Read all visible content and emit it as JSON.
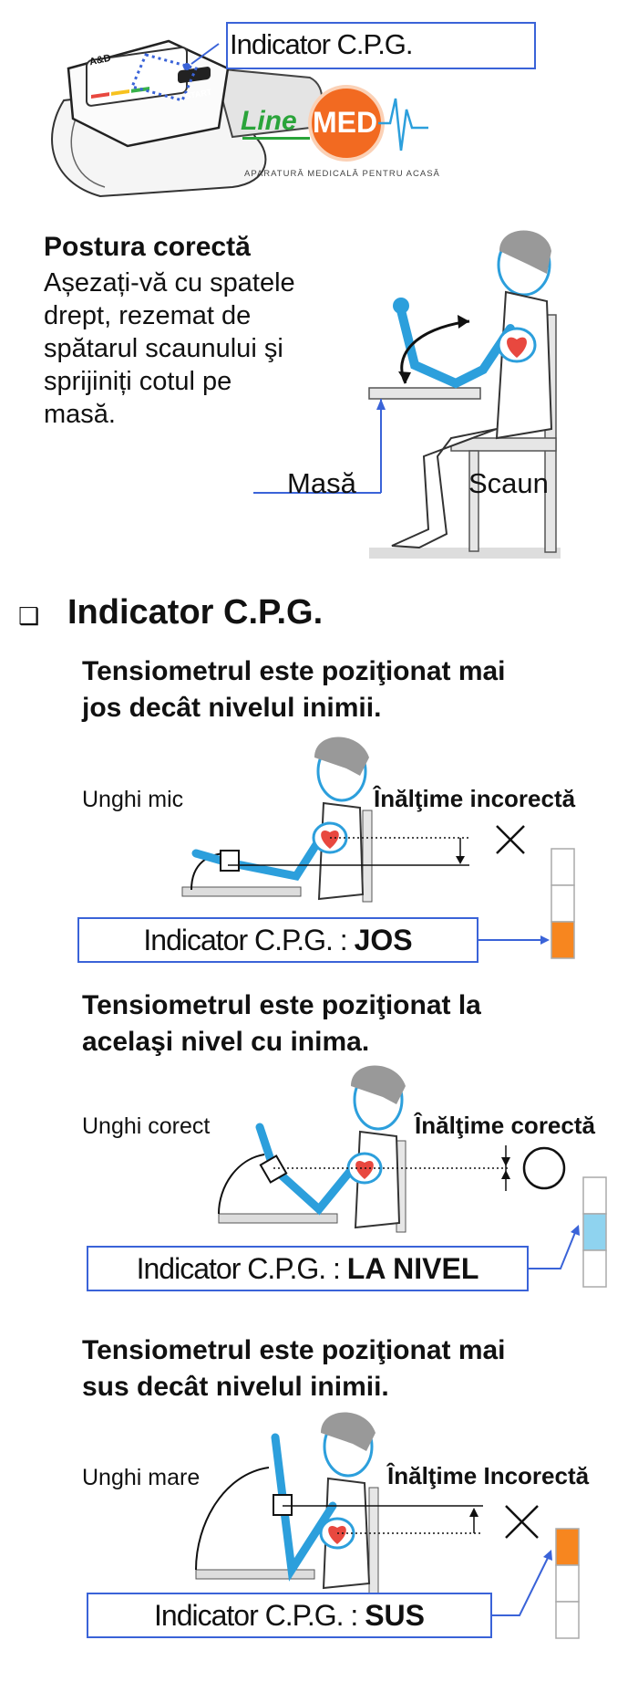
{
  "header": {
    "indicator_label": "Indicator C.P.G.",
    "device_brand": "A&D",
    "device_button": "START"
  },
  "logo": {
    "line": "Line",
    "med": "MED",
    "tagline": "APARATURĂ MEDICALĂ PENTRU ACASĂ"
  },
  "posture": {
    "title": "Postura corectă",
    "text_lines": [
      "Așezați-vă cu spatele",
      "drept, rezemat de",
      "spătarul scaunului şi",
      "sprijiniți cotul pe",
      "masă."
    ],
    "label_table": "Masă",
    "label_chair": "Scaun"
  },
  "section": {
    "bullet": "❑",
    "title": "Indicator C.P.G."
  },
  "cases": [
    {
      "heading_lines": [
        "Tensiometrul este poziţionat mai",
        "jos decât nivelul inimii."
      ],
      "angle_label": "Unghi mic",
      "height_label": "Înălţime incorectă",
      "symbol": "×",
      "indicator_prefix": "Indicator C.P.G. : ",
      "indicator_value": "JOS",
      "active_segment": "bottom",
      "color": "#f7861f"
    },
    {
      "heading_lines": [
        "Tensiometrul este poziţionat la",
        "acelaşi nivel cu inima."
      ],
      "angle_label": "Unghi corect",
      "height_label": "Înălţime corectă",
      "symbol": "○",
      "indicator_prefix": "Indicator C.P.G. : ",
      "indicator_value": "LA NIVEL",
      "active_segment": "middle",
      "color": "#8fd3ef"
    },
    {
      "heading_lines": [
        "Tensiometrul este poziţionat mai",
        "sus decât nivelul inimii."
      ],
      "angle_label": "Unghi mare",
      "height_label": "Înălţime Incorectă",
      "symbol": "×",
      "indicator_prefix": "Indicator C.P.G. : ",
      "indicator_value": "SUS",
      "active_segment": "top",
      "color": "#f7861f"
    }
  ],
  "colors": {
    "accent_blue": "#3a63d8",
    "skin_blue": "#2c9fdc",
    "heart_red": "#e8483f",
    "logo_green": "#2aa43a",
    "logo_orange": "#f26a21"
  }
}
